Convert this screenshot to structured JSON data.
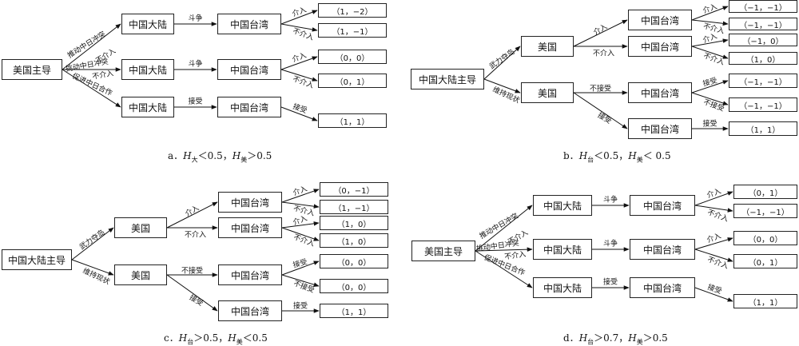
{
  "diagrams": {
    "a": {
      "root": "美国主导",
      "nodes": {
        "n1": "中国大陆",
        "n2": "中国大陆",
        "n3": "中国大陆",
        "t1": "中国台湾",
        "t2": "中国台湾",
        "t3": "中国台湾"
      },
      "edges": {
        "r1": "推动中日冲突",
        "r1b": "不介入",
        "r2": "挑动中日冲突",
        "r2b": "不介入",
        "r3": "促进中日合作",
        "n1t1": "斗争",
        "n2t2": "斗争",
        "n3t3": "接受",
        "t1p1": "介入",
        "t1p2": "不介入",
        "t2p3": "介入",
        "t2p4": "不介入",
        "t3p5": "接受"
      },
      "payoffs": {
        "p1": "（1，−2）",
        "p2": "（1，−1）",
        "p3": "（0，0）",
        "p4": "（0，1）",
        "p5": "（1，1）"
      },
      "caption": {
        "prefix": "a．",
        "v1": "H",
        "s1": "大",
        "op1": "＜0.5，",
        "v2": "H",
        "s2": "美",
        "op2": "＞0.5"
      }
    },
    "b": {
      "root": "中国大陆主导",
      "nodes": {
        "u1": "美国",
        "u2": "美国",
        "t1": "中国台湾",
        "t2": "中国台湾",
        "t3": "中国台湾",
        "t4": "中国台湾"
      },
      "edges": {
        "r1": "武力夺岛",
        "r2": "维持现状",
        "u1t1": "介入",
        "u1t2": "不介入",
        "u2t3": "不接受",
        "u2t4": "接受",
        "t1p1": "介入",
        "t1p2": "不介入",
        "t2p3": "介入",
        "t2p4": "不介入",
        "t3p5": "接受",
        "t3p6": "不接受",
        "t4p7": "接受"
      },
      "payoffs": {
        "p1": "（−1，−1）",
        "p2": "（−1，−1）",
        "p3": "（−1，0）",
        "p4": "（1，0）",
        "p5": "（−1，−1）",
        "p6": "（−1，−1）",
        "p7": "（1，1）"
      },
      "caption": {
        "prefix": "b．",
        "v1": "H",
        "s1": "台",
        "op1": "＜0.5，",
        "v2": "H",
        "s2": "美",
        "op2": "＜ 0.5"
      }
    },
    "c": {
      "root": "中国大陆主导",
      "nodes": {
        "u1": "美国",
        "u2": "美国",
        "t1": "中国台湾",
        "t2": "中国台湾",
        "t3": "中国台湾",
        "t4": "中国台湾"
      },
      "edges": {
        "r1": "武力夺岛",
        "r2": "维持现状",
        "u1t1": "介入",
        "u1t2": "不介入",
        "u2t3": "不接受",
        "u2t4": "接受",
        "t1p1": "介入",
        "t1p2": "不介入",
        "t2p3": "介入",
        "t2p4": "不介入",
        "t3p5": "接受",
        "t3p6": "不接受",
        "t4p7": "接受"
      },
      "payoffs": {
        "p1": "（0，−1）",
        "p2": "（1，−1）",
        "p3": "（1，0）",
        "p4": "（1，0）",
        "p5": "（0，0）",
        "p6": "（0，0）",
        "p7": "（1，1）"
      },
      "caption": {
        "prefix": "c．",
        "v1": "H",
        "s1": "台",
        "op1": "＞0.5，",
        "v2": "H",
        "s2": "美",
        "op2": "＜0.5"
      }
    },
    "d": {
      "root": "美国主导",
      "nodes": {
        "n1": "中国大陆",
        "n2": "中国大陆",
        "n3": "中国大陆",
        "t1": "中国台湾",
        "t2": "中国台湾",
        "t3": "中国台湾"
      },
      "edges": {
        "r1": "推动中日冲突",
        "r1b": "不介入",
        "r2": "挑动中日冲突",
        "r2b": "不介入",
        "r3": "促进中日合作",
        "n1t1": "斗争",
        "n2t2": "斗争",
        "n3t3": "接受",
        "t1p1": "介入",
        "t1p2": "不介入",
        "t2p3": "介入",
        "t2p4": "不介入",
        "t3p5": "接受"
      },
      "payoffs": {
        "p1": "（0，1）",
        "p2": "（−1，−1）",
        "p3": "（0，0）",
        "p4": "（0，1）",
        "p5": "（1，1）"
      },
      "caption": {
        "prefix": "d．",
        "v1": "H",
        "s1": "台",
        "op1": "＞0.7，",
        "v2": "H",
        "s2": "美",
        "op2": "＞0.5"
      }
    }
  }
}
